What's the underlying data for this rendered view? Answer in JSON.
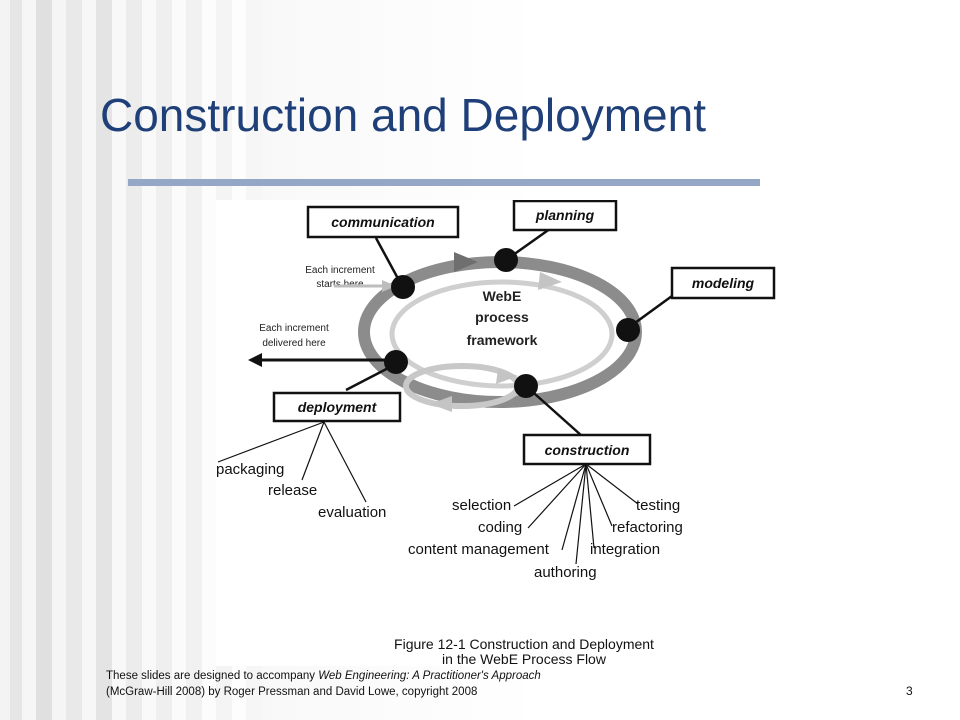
{
  "slide": {
    "title": "Construction and Deployment",
    "page_number": "3"
  },
  "diagram": {
    "center_label": [
      "WebE",
      "process",
      "framework"
    ],
    "activities": {
      "communication": "communication",
      "planning": "planning",
      "modeling": "modeling",
      "construction": "construction",
      "deployment": "deployment"
    },
    "increment_start": [
      "Each increment",
      "starts here"
    ],
    "increment_delivered": [
      "Each increment",
      "delivered here"
    ],
    "deployment_tasks": [
      "packaging",
      "release",
      "evaluation"
    ],
    "construction_tasks": [
      "selection",
      "coding",
      "content management",
      "authoring",
      "integration",
      "refactoring",
      "testing"
    ],
    "caption": [
      "Figure 12-1  Construction and Deployment",
      "in the WebE Process Flow"
    ]
  },
  "footer": {
    "credit_prefix": "These slides are designed to accompany ",
    "book_title": "Web Engineering: A Practitioner's Approach",
    "credit_line2": "(McGraw-Hill 2008) by Roger Pressman and David Lowe, copyright 2008"
  }
}
